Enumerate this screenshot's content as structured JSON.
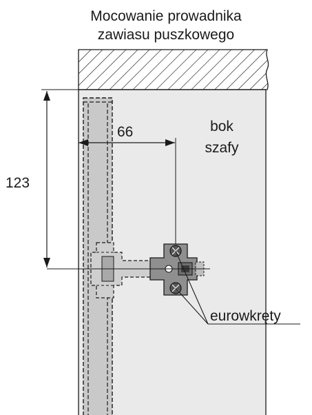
{
  "title": {
    "line1": "Mocowanie prowadnika",
    "line2": "zawiasu puszkowego"
  },
  "dimensions": {
    "vertical": "123",
    "horizontal": "66"
  },
  "labels": {
    "cabinet_side_line1": "bok",
    "cabinet_side_line2": "szafy",
    "screws": "eurowkręty"
  },
  "colors": {
    "panel": "#eaeaea",
    "door_edge": "#c9c9c9",
    "plate": "#8f8f8f",
    "line": "#1a1a1a"
  }
}
